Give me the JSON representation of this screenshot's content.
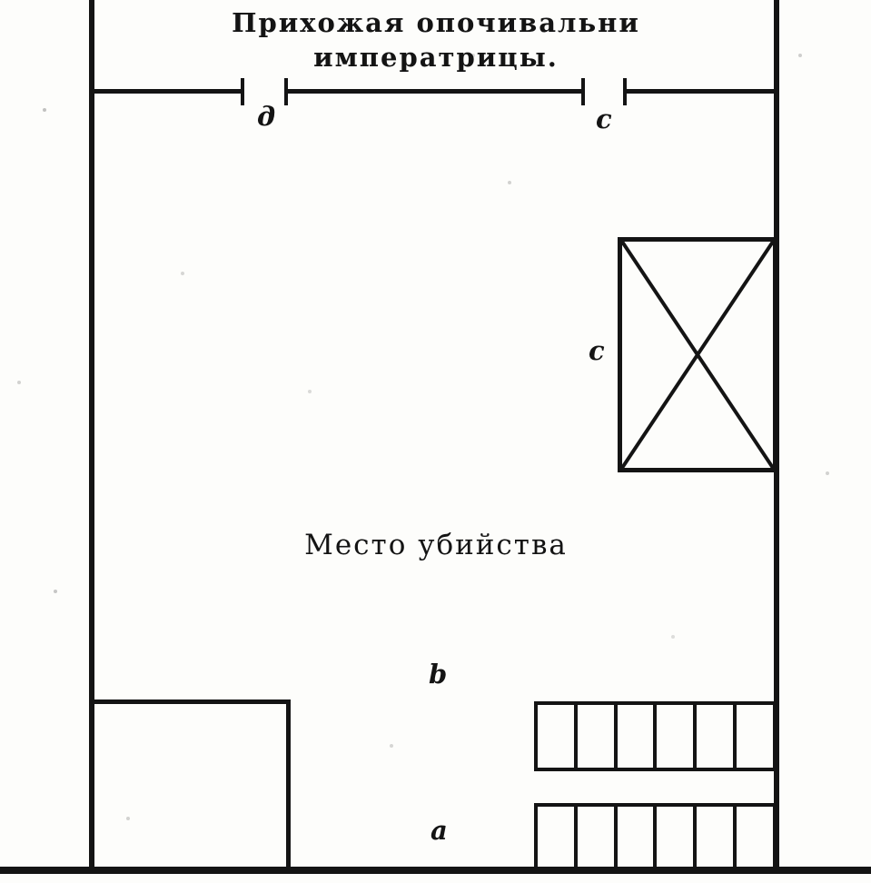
{
  "title": {
    "line1": "Прихожая опочивальни",
    "line2": "императрицы."
  },
  "plan": {
    "door_label_d": "д",
    "door_label_c": "с",
    "bed_label": "с",
    "murder_site": "Место убийства",
    "label_b": "b",
    "label_a": "а"
  },
  "colors": {
    "ink": "#141414",
    "paper": "#fdfdfb"
  }
}
